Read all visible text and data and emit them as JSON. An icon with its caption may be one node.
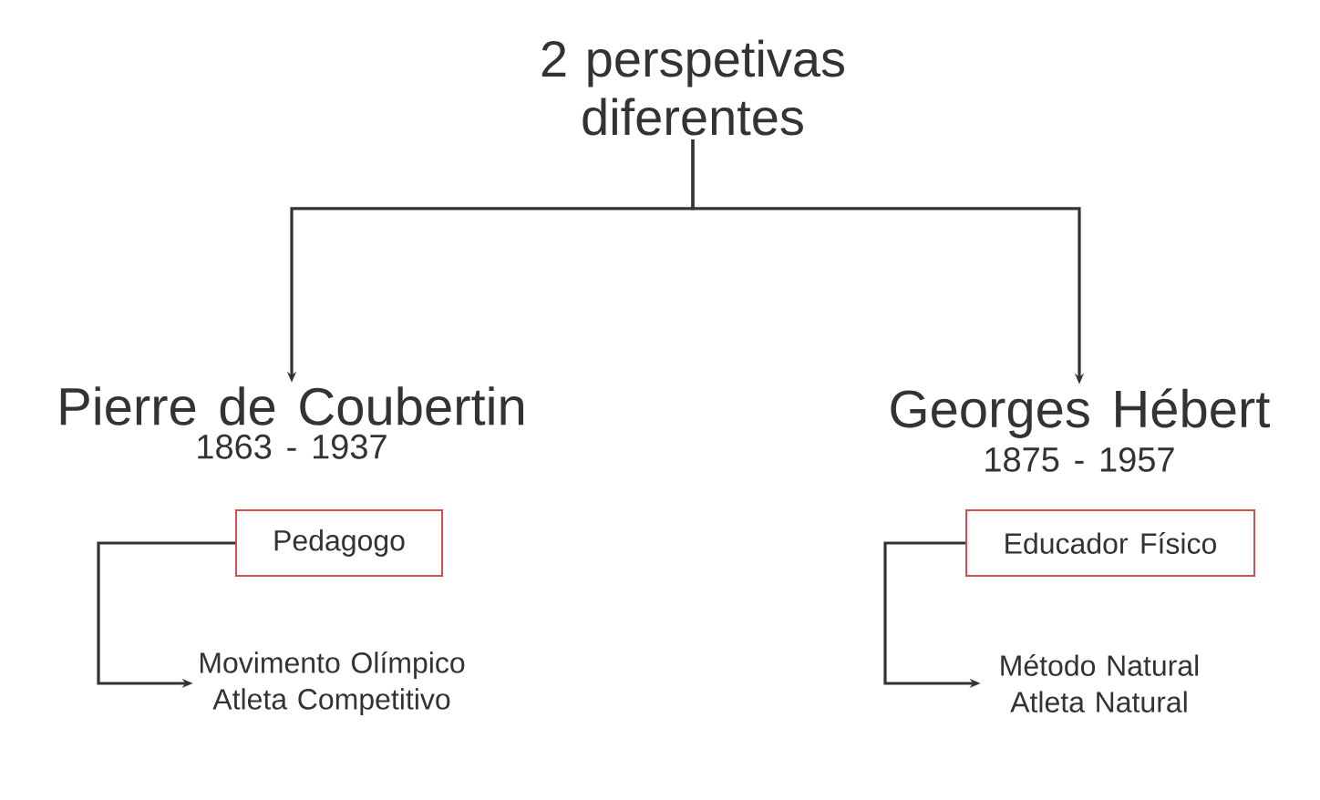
{
  "diagram": {
    "nodes": [
      {
        "text": [
          "2 perspetivas diferentes"
        ]
      },
      {
        "text": [
          "Pierre de Coubertin",
          "1863 - 1937"
        ]
      },
      {
        "text": [
          "Pedagogo"
        ]
      },
      {
        "text": [
          "Movimento Olímpico Atleta Competitivo"
        ]
      },
      {
        "text": [
          "Georges Hébert",
          "1875 - 1957"
        ]
      },
      {
        "text": [
          "Educador Físico"
        ]
      },
      {
        "text": [
          "Método Natural Atleta Natural"
        ]
      }
    ],
    "edges": [
      {
        "from": 0,
        "to": 1,
        "arrow": "to"
      },
      {
        "from": 0,
        "to": 4,
        "arrow": "to"
      },
      {
        "from": 2,
        "to": 3,
        "arrow": "to"
      },
      {
        "from": 5,
        "to": 6,
        "arrow": "to"
      }
    ]
  }
}
